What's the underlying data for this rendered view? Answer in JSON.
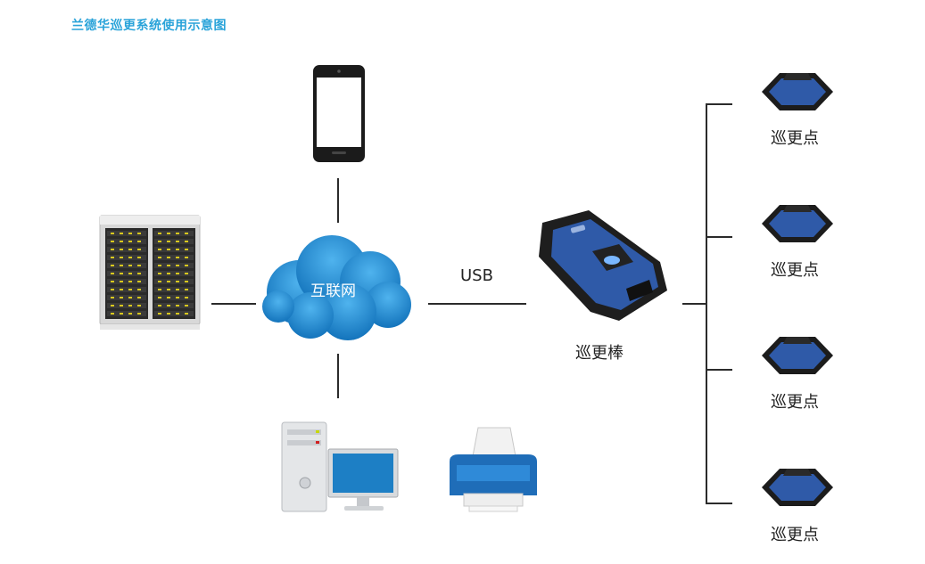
{
  "title": "兰德华巡更系统使用示意图",
  "cloud": {
    "label": "互联网"
  },
  "usb_label": "USB",
  "patrol_stick": {
    "label": "巡更棒"
  },
  "checkpoints": [
    {
      "label": "巡更点"
    },
    {
      "label": "巡更点"
    },
    {
      "label": "巡更点"
    },
    {
      "label": "巡更点"
    }
  ],
  "icons": {
    "server": "server-rack-icon",
    "phone": "smartphone-icon",
    "computer": "desktop-computer-icon",
    "printer": "printer-icon",
    "stick": "patrol-stick-icon",
    "checkpoint": "checkpoint-button-icon"
  },
  "colors": {
    "title": "#29a3d9",
    "cloud_dark": "#1479c2",
    "cloud_light": "#3da4e6",
    "device_blue": "#2f5aa8",
    "line": "#2b2b2b"
  }
}
